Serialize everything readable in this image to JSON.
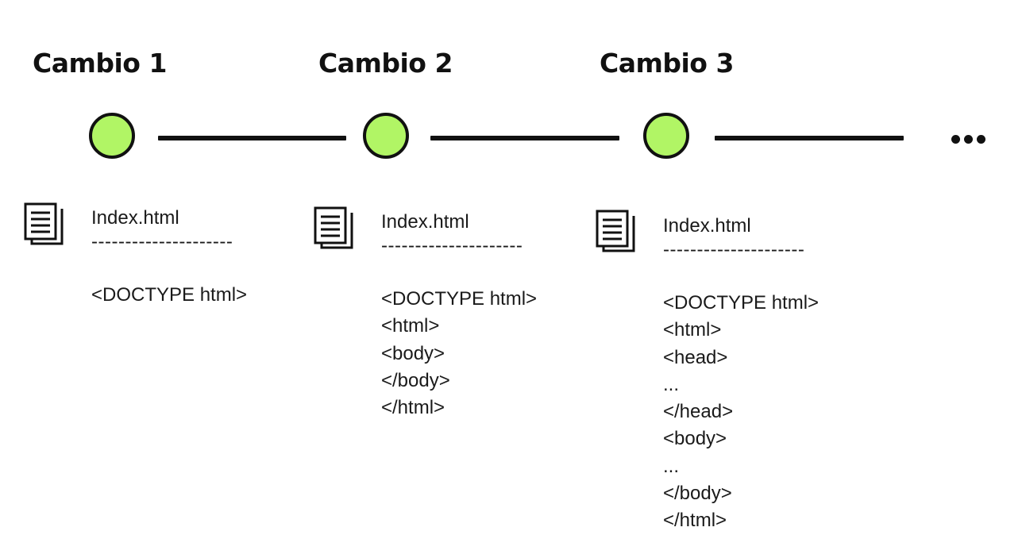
{
  "changes": [
    {
      "title": "Cambio 1",
      "filename": "Index.html",
      "separator": "---------------------",
      "code_lines": [
        "<DOCTYPE html>"
      ]
    },
    {
      "title": "Cambio 2",
      "filename": "Index.html",
      "separator": "---------------------",
      "code_lines": [
        "<DOCTYPE html>",
        "<html>",
        "<body>",
        "</body>",
        "</html>"
      ]
    },
    {
      "title": "Cambio 3",
      "filename": "Index.html",
      "separator": "---------------------",
      "code_lines": [
        "<DOCTYPE html>",
        "<html>",
        "<head>",
        "...",
        "</head>",
        "<body>",
        "...",
        "</body>",
        "</html>"
      ]
    }
  ],
  "icons": {
    "commit_node": "circle-node-icon",
    "file": "document-icon",
    "more": "ellipsis-icon"
  },
  "colors": {
    "node_fill": "#b1f565",
    "line": "#111111"
  }
}
